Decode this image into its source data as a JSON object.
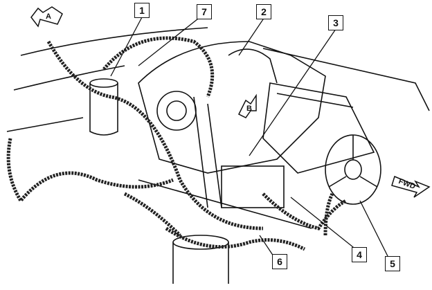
{
  "callouts": [
    "1",
    "2",
    "3",
    "4",
    "5",
    "6",
    "7"
  ],
  "view_arrows": {
    "a": "A",
    "b": "B"
  },
  "direction_label": "FWD"
}
